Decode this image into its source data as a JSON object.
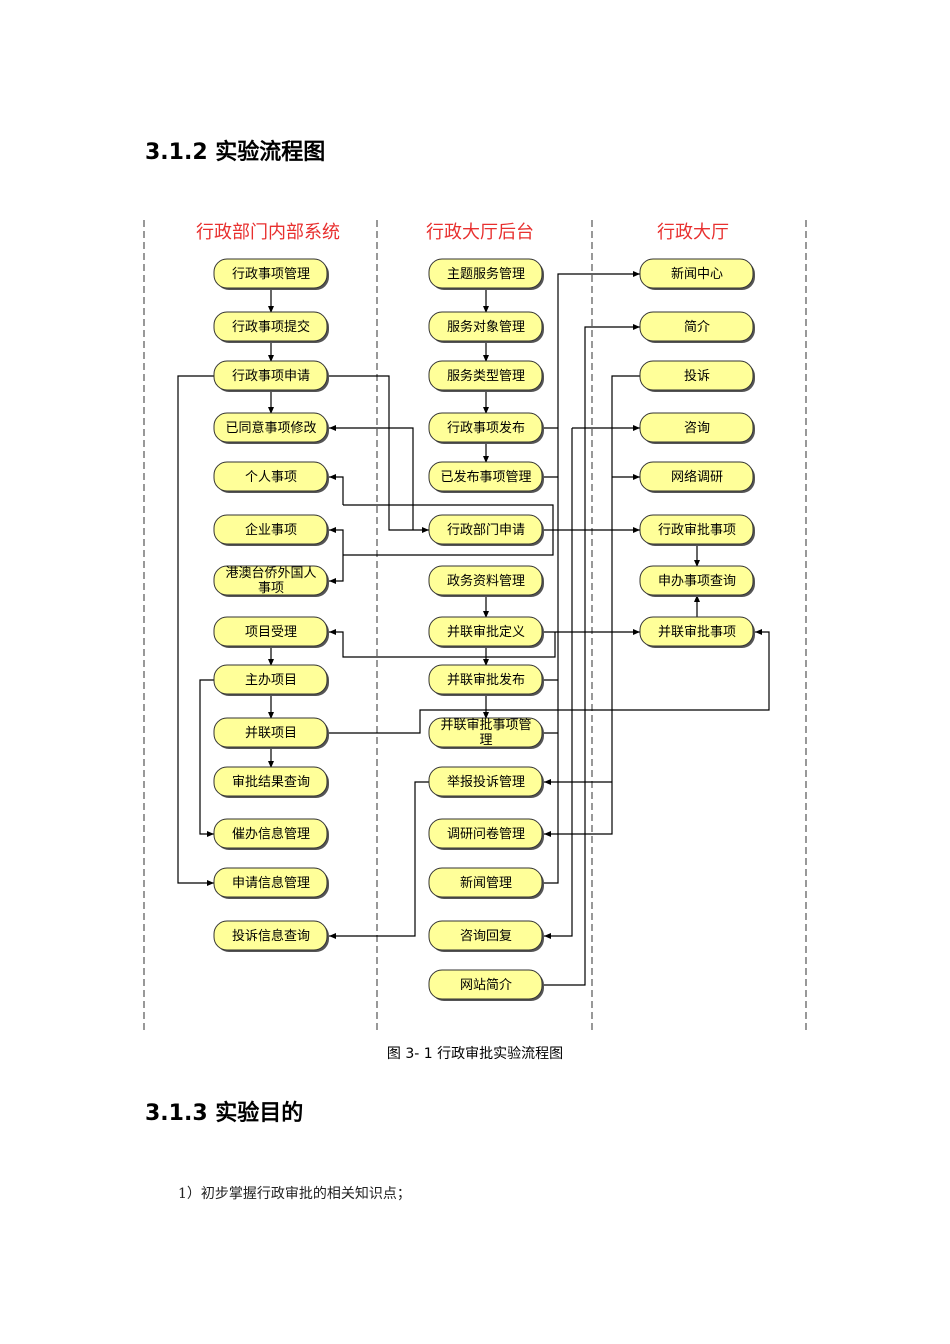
{
  "headings": {
    "section_312": "3.1.2 实验流程图",
    "section_313": "3.1.3 实验目的"
  },
  "diagram": {
    "lanes": [
      "行政部门内部系统",
      "行政大厅后台",
      "行政大厅"
    ],
    "lane_color": "#e8302f",
    "box_fill": "#ffff99",
    "left_nodes": [
      "行政事项管理",
      "行政事项提交",
      "行政事项申请",
      "已同意事项修改",
      "个人事项",
      "企业事项",
      "港澳台侨外国人事项",
      "项目受理",
      "主办项目",
      "并联项目",
      "审批结果查询",
      "催办信息管理",
      "申请信息管理",
      "投诉信息查询"
    ],
    "middle_nodes": [
      "主题服务管理",
      "服务对象管理",
      "服务类型管理",
      "行政事项发布",
      "已发布事项管理",
      "行政部门申请",
      "政务资料管理",
      "并联审批定义",
      "并联审批发布",
      "并联审批事项管理",
      "举报投诉管理",
      "调研问卷管理",
      "新闻管理",
      "咨询回复",
      "网站简介"
    ],
    "right_nodes": [
      "新闻中心",
      "简介",
      "投诉",
      "咨询",
      "网络调研",
      "行政审批事项",
      "申办事项查询",
      "并联审批事项"
    ]
  },
  "caption": "图 3- 1 行政审批实验流程图",
  "objectives": [
    "1）初步掌握行政审批的相关知识点；"
  ]
}
